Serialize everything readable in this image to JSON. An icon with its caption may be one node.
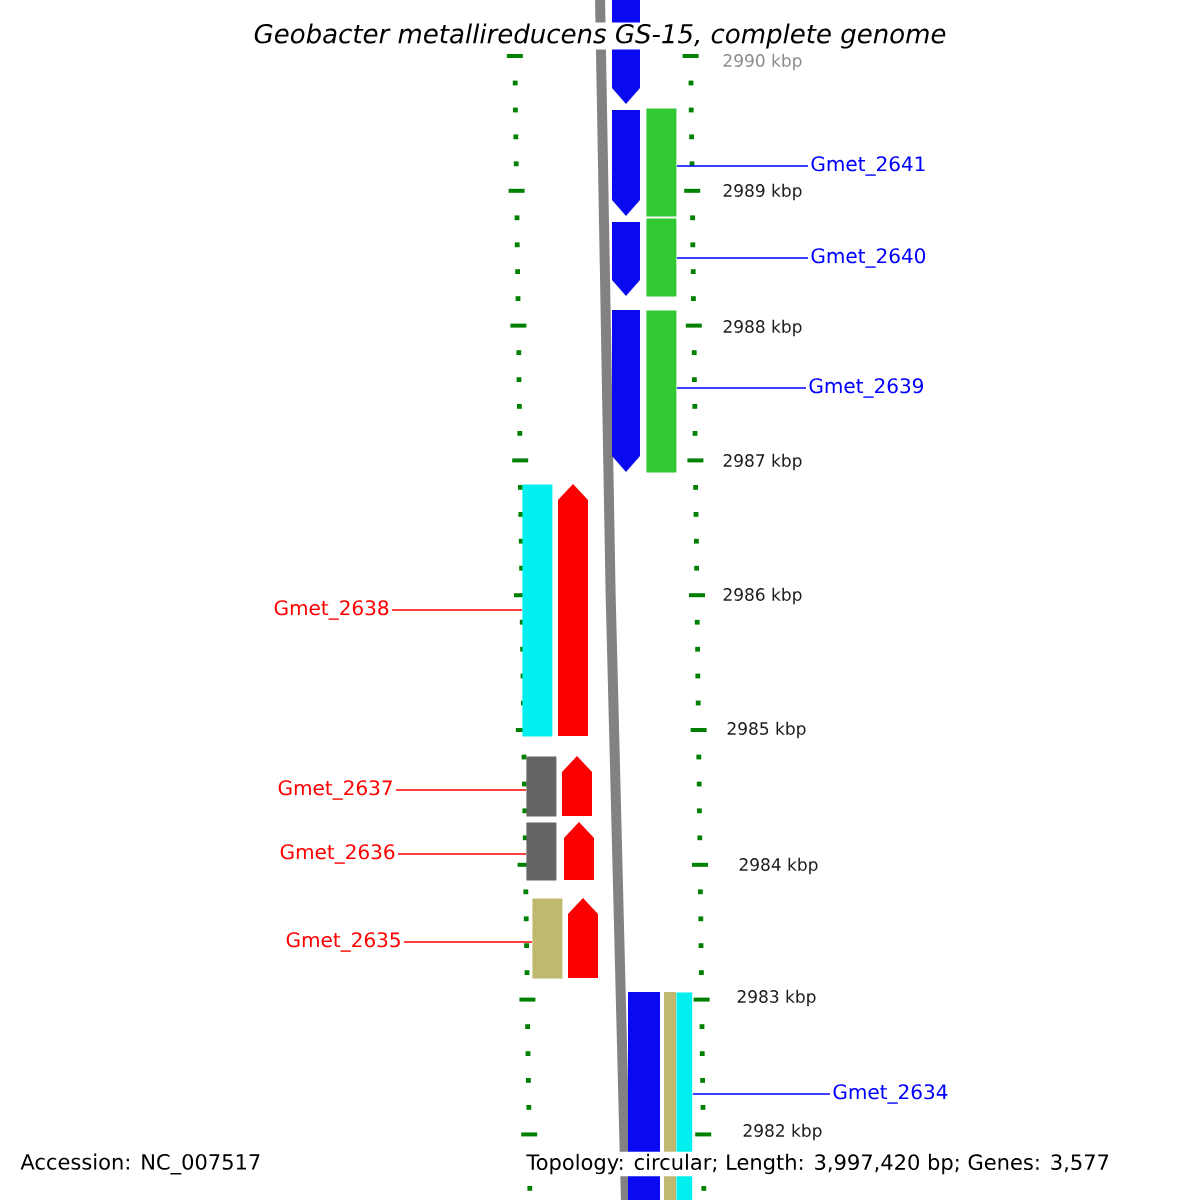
{
  "diagram": {
    "title": "Geobacter metallireducens GS-15, complete genome",
    "nodes": [
      {
        "text": [
          "Gmet_2641"
        ]
      },
      {
        "text": [],
        "shape": "bar"
      },
      {
        "text": [
          "Gmet_2640"
        ]
      },
      {
        "text": [],
        "shape": "bar"
      },
      {
        "text": [
          "Gmet_2639"
        ]
      },
      {
        "text": [],
        "shape": "bar"
      },
      {
        "text": [
          "Gmet_2638"
        ]
      },
      {
        "text": [],
        "shape": "bar"
      },
      {
        "text": [
          "Gmet_2637"
        ]
      },
      {
        "text": [],
        "shape": "bar"
      },
      {
        "text": [
          "Gmet_2636"
        ]
      },
      {
        "text": [],
        "shape": "bar"
      },
      {
        "text": [
          "Gmet_2635"
        ]
      },
      {
        "text": [],
        "shape": "bar"
      },
      {
        "text": [
          "Gmet_2634"
        ]
      },
      {
        "text": [],
        "shape": "bar"
      }
    ],
    "edges": [
      {
        "from": 0,
        "to": 1,
        "arrow": "none",
        "color": "#0000ff"
      },
      {
        "from": 2,
        "to": 3,
        "arrow": "none",
        "color": "#0000ff"
      },
      {
        "from": 4,
        "to": 5,
        "arrow": "none",
        "color": "#0000ff"
      },
      {
        "from": 6,
        "to": 7,
        "arrow": "none",
        "color": "#ff0000"
      },
      {
        "from": 8,
        "to": 9,
        "arrow": "none",
        "color": "#ff0000"
      },
      {
        "from": 10,
        "to": 11,
        "arrow": "none",
        "color": "#ff0000"
      },
      {
        "from": 12,
        "to": 13,
        "arrow": "none",
        "color": "#ff0000"
      },
      {
        "from": 14,
        "to": 15,
        "arrow": "none",
        "color": "#0000ff"
      }
    ],
    "labels": [
      "2990 kbp",
      "2989 kbp",
      "2988 kbp",
      "2987 kbp",
      "2986 kbp",
      "2985 kbp",
      "2984 kbp",
      "2983 kbp",
      "2982 kbp",
      "Accession: NC_007517",
      "Topology: circular; Length: 3,997,420 bp; Genes: 3,577"
    ]
  }
}
